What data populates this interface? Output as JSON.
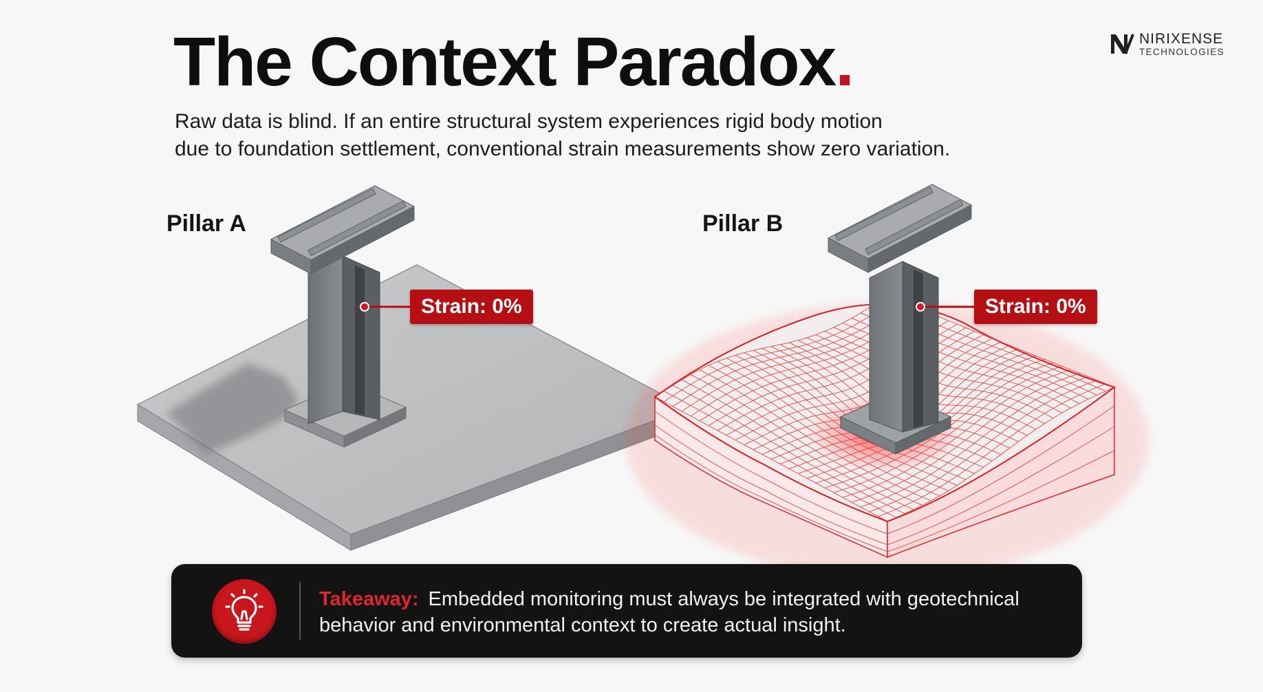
{
  "header": {
    "title": "The Context Paradox",
    "title_dot": ".",
    "subtitle_line1": "Raw data is blind. If an entire structural system experiences rigid body motion",
    "subtitle_line2": "due to foundation settlement, conventional strain measurements show zero variation."
  },
  "brand": {
    "name": "NIRIXENSE",
    "sub": "TECHNOLOGIES"
  },
  "pillars": [
    {
      "label": "Pillar A",
      "strain_label": "Strain: 0%"
    },
    {
      "label": "Pillar B",
      "strain_label": "Strain: 0%"
    }
  ],
  "takeaway": {
    "key": "Takeaway:",
    "text": "Embedded monitoring must always be integrated with geotechnical behavior and environmental context to create actual insight."
  },
  "colors": {
    "accent_red": "#c1121f",
    "dark_panel": "#131313",
    "background": "#f7f7f7",
    "concrete": "#8c8f92"
  },
  "icons": {
    "logo": "nirixense-logo-icon",
    "takeaway": "lightbulb-icon"
  }
}
